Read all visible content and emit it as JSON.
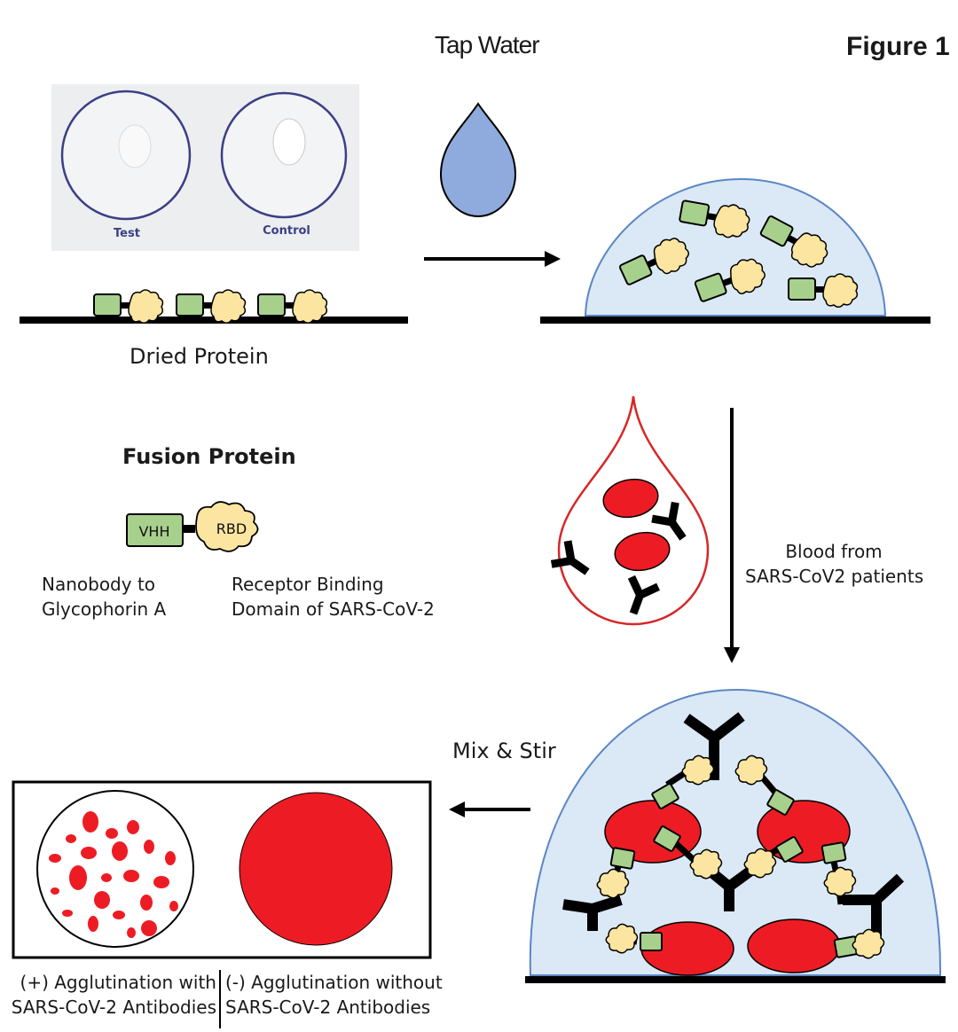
{
  "figure_label": "Figure 1",
  "top": {
    "water_label": "Tap Water",
    "photo_labels": {
      "test": "Test",
      "control": "Control"
    },
    "dried_label": "Dried Protein"
  },
  "fusion": {
    "title": "Fusion Protein",
    "vhh_tag": "VHH",
    "rbd_tag": "RBD",
    "vhh_desc_1": "Nanobody to",
    "vhh_desc_2": "Glycophorin A",
    "rbd_desc_1": "Receptor Binding",
    "rbd_desc_2": "Domain of SARS-CoV-2"
  },
  "blood": {
    "label_1": "Blood from",
    "label_2": "SARS-CoV2 patients"
  },
  "mix": {
    "label": "Mix & Stir"
  },
  "results": {
    "pos_1": "(+) Agglutination with",
    "pos_2": "SARS-CoV-2 Antibodies",
    "neg_1": "(-) Agglutination without",
    "neg_2": "SARS-CoV-2 Antibodies"
  },
  "colors": {
    "vhh": "#a8d08d",
    "rbd": "#fbe5a0",
    "rbc": "#ed1c24",
    "drop_water": "#8faadc",
    "dome_fill": "#dbe8f6",
    "dome_stroke": "#5b86c5",
    "ink": "#000000"
  }
}
